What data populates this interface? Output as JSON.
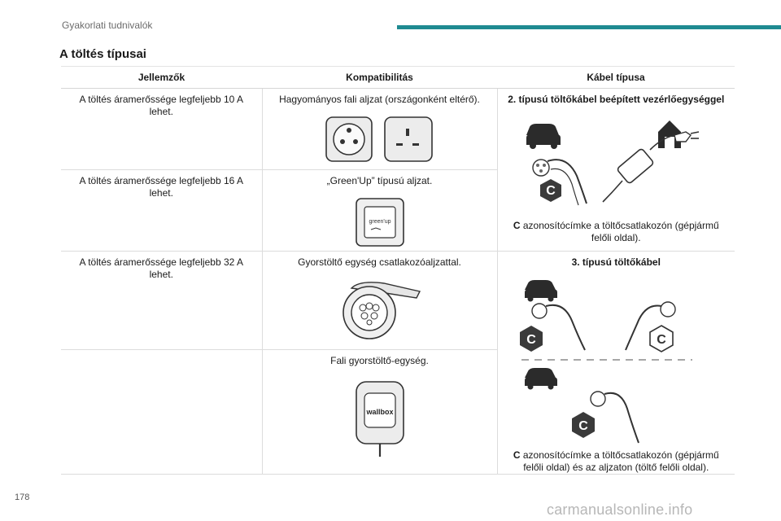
{
  "header": {
    "section": "Gyakorlati tudnivalók"
  },
  "title": "A töltés típusai",
  "table": {
    "columns": [
      "Jellemzők",
      "Kompatibilitás",
      "Kábel típusa"
    ],
    "rows": [
      {
        "feature": "A töltés áramerőssége legfeljebb 10 A lehet.",
        "compat": "Hagyományos fali aljzat (országonként eltérő)."
      },
      {
        "feature": "A töltés áramerőssége legfeljebb 16 A lehet.",
        "compat": "„Green'Up” típusú aljzat.",
        "greenup_label": "green'up"
      },
      {
        "feature": "A töltés áramerőssége legfeljebb 32 A lehet.",
        "compat": "Gyorstöltő egység csatlakozóaljzattal."
      },
      {
        "compat": "Fali gyorstöltő-egység.",
        "wallbox_label": "wallbox"
      }
    ],
    "cable_mode2": {
      "title": "2. típusú töltőkábel beépített vezérlőegységgel",
      "badge": "C",
      "caption_bold": "C",
      "caption": " azonosítócímke a töltőcsatlakozón (gépjármű felőli oldal)."
    },
    "cable_mode3": {
      "title": "3. típusú töltőkábel",
      "badge": "C",
      "caption_bold": "C",
      "caption": " azonosítócímke a töltőcsatlakozón (gépjármű felőli oldal) és az aljzaton (töltő felőli oldal)."
    }
  },
  "page_number": "178",
  "watermark": "carmanualsonline.info",
  "colors": {
    "accent": "#1f8a91",
    "badge": "#3a3a3a"
  }
}
